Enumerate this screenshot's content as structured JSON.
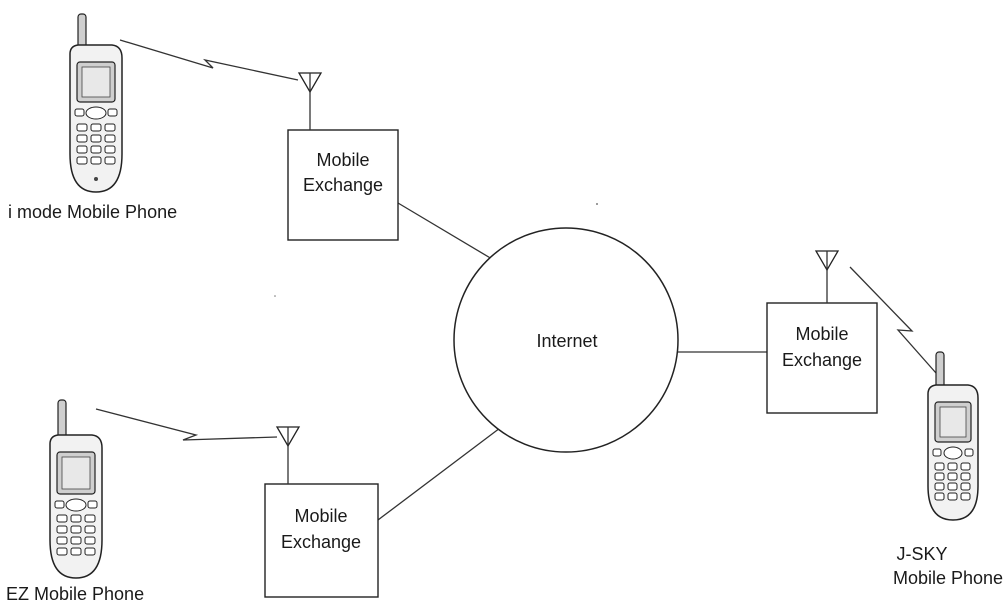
{
  "diagram": {
    "center": {
      "label": "Internet"
    },
    "exchanges": [
      {
        "id": "ex-top-left",
        "label_line1": "Mobile",
        "label_line2": "Exchange"
      },
      {
        "id": "ex-right",
        "label_line1": "Mobile",
        "label_line2": "Exchange"
      },
      {
        "id": "ex-bottom-left",
        "label_line1": "Mobile",
        "label_line2": "Exchange"
      }
    ],
    "phones": [
      {
        "id": "imode",
        "label_line1": "i mode Mobile Phone",
        "label_line2": ""
      },
      {
        "id": "jsky",
        "label_line1": "J-SKY",
        "label_line2": "Mobile Phone"
      },
      {
        "id": "ez",
        "label_line1": "EZ Mobile Phone",
        "label_line2": ""
      }
    ]
  }
}
